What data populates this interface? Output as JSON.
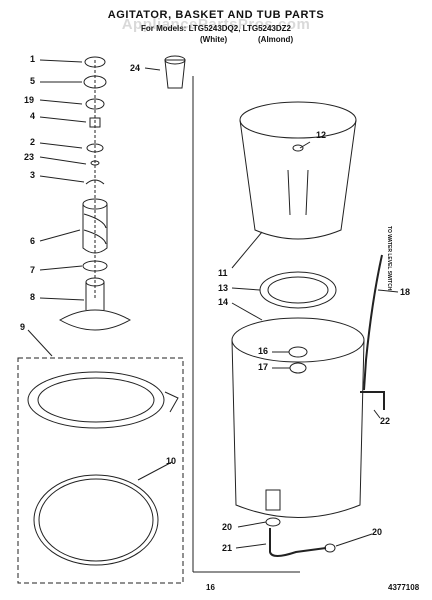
{
  "header": {
    "title": "AGITATOR, BASKET AND TUB PARTS",
    "model_line": "For Models: LTG5243DQ2, LTG5243DZ2",
    "color_white": "(White)",
    "color_almond": "(Almond)",
    "watermark": "AppliancePartsPros.com"
  },
  "callouts": [
    "1",
    "5",
    "19",
    "4",
    "2",
    "23",
    "3",
    "6",
    "7",
    "8",
    "9",
    "10",
    "24",
    "12",
    "11",
    "13",
    "14",
    "16",
    "17",
    "18",
    "22",
    "20",
    "21",
    "20"
  ],
  "side_note": "TO WATER LEVEL SWITCH",
  "footer": {
    "page_number": "16",
    "doc_number": "4377108"
  }
}
